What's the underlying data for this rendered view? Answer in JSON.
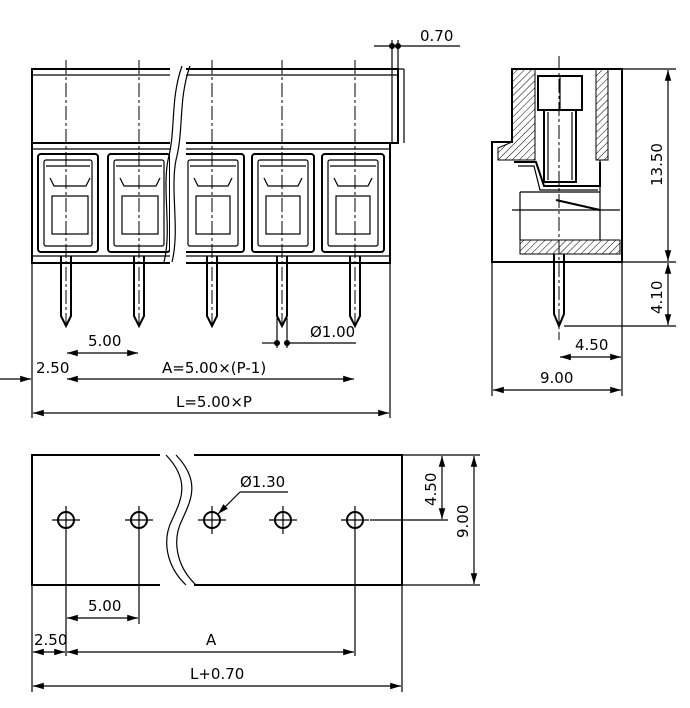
{
  "dimensions": {
    "top_gap": "0.70",
    "hole_dia_front": "Ø1.00",
    "pitch_front": "5.00",
    "offset_front": "2.50",
    "a_formula": "A=5.00×(P-1)",
    "l_formula": "L=5.00×P",
    "side_height": "13.50",
    "side_pin": "4.10",
    "side_pin_offset": "4.50",
    "side_width": "9.00",
    "bottom_hole_dia": "Ø1.30",
    "bottom_half_depth": "4.50",
    "bottom_depth": "9.00",
    "pitch_bottom": "5.00",
    "offset_bottom": "2.50",
    "a_bottom": "A",
    "l_bottom": "L+0.70"
  }
}
